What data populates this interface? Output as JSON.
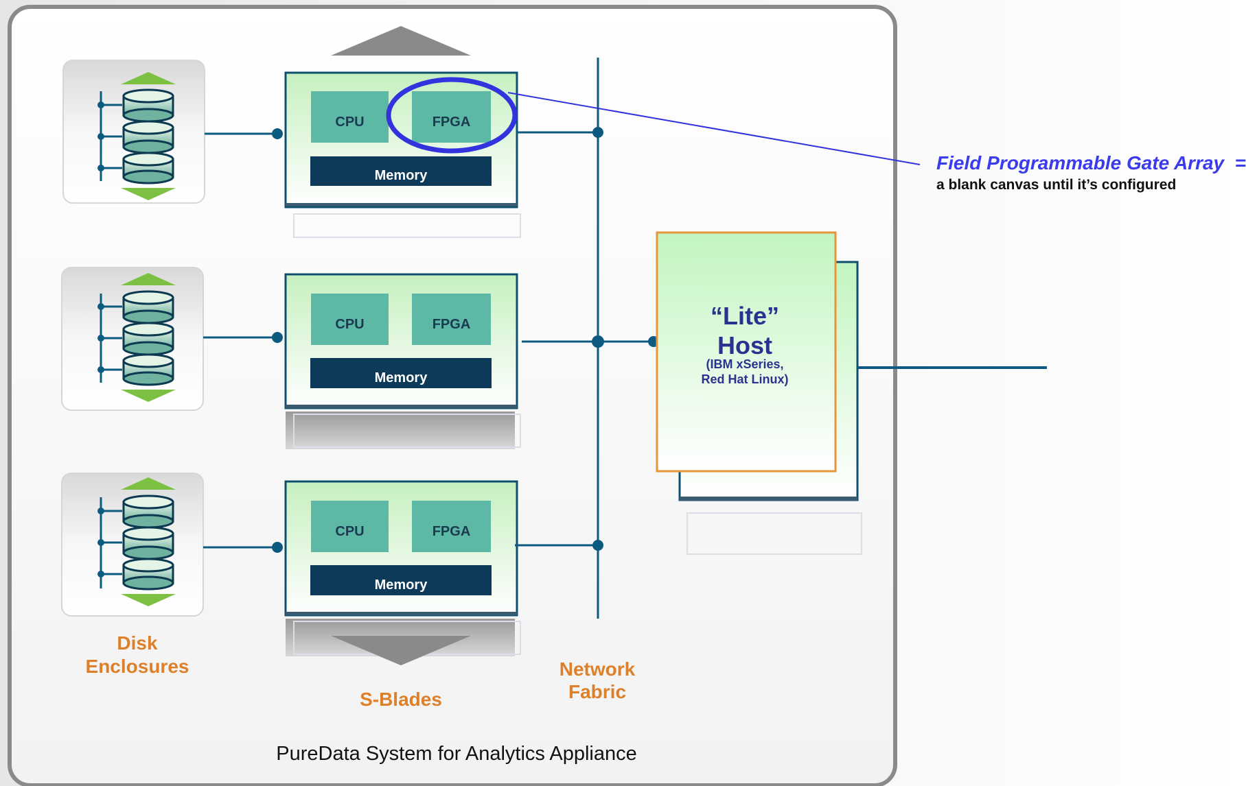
{
  "blade_chip": {
    "cpu_label": "CPU",
    "fpga_label": "FPGA",
    "memory_label": "Memory"
  },
  "labels": {
    "disk_enclosures_line1": "Disk",
    "disk_enclosures_line2": "Enclosures",
    "s_blades": "S-Blades",
    "network_line1": "Network",
    "network_line2": "Fabric",
    "appliance": "PureData System for Analytics Appliance"
  },
  "host": {
    "title_line1": "“Lite”",
    "title_line2": "Host",
    "subtitle_line1": "(IBM xSeries,",
    "subtitle_line2": "Red Hat Linux)"
  },
  "callout": {
    "title": "Field Programmable Gate Array  =",
    "description": "a blank canvas until it’s configured"
  },
  "colors": {
    "orange_label": "#de7f2a",
    "host_text": "#2b3190",
    "callout_blue": "#3a3aee",
    "chip_teal": "#5db8a6",
    "memory_navy": "#0e3a5a",
    "line_blue": "#0d5a80",
    "disk_green": "#7dc142"
  }
}
